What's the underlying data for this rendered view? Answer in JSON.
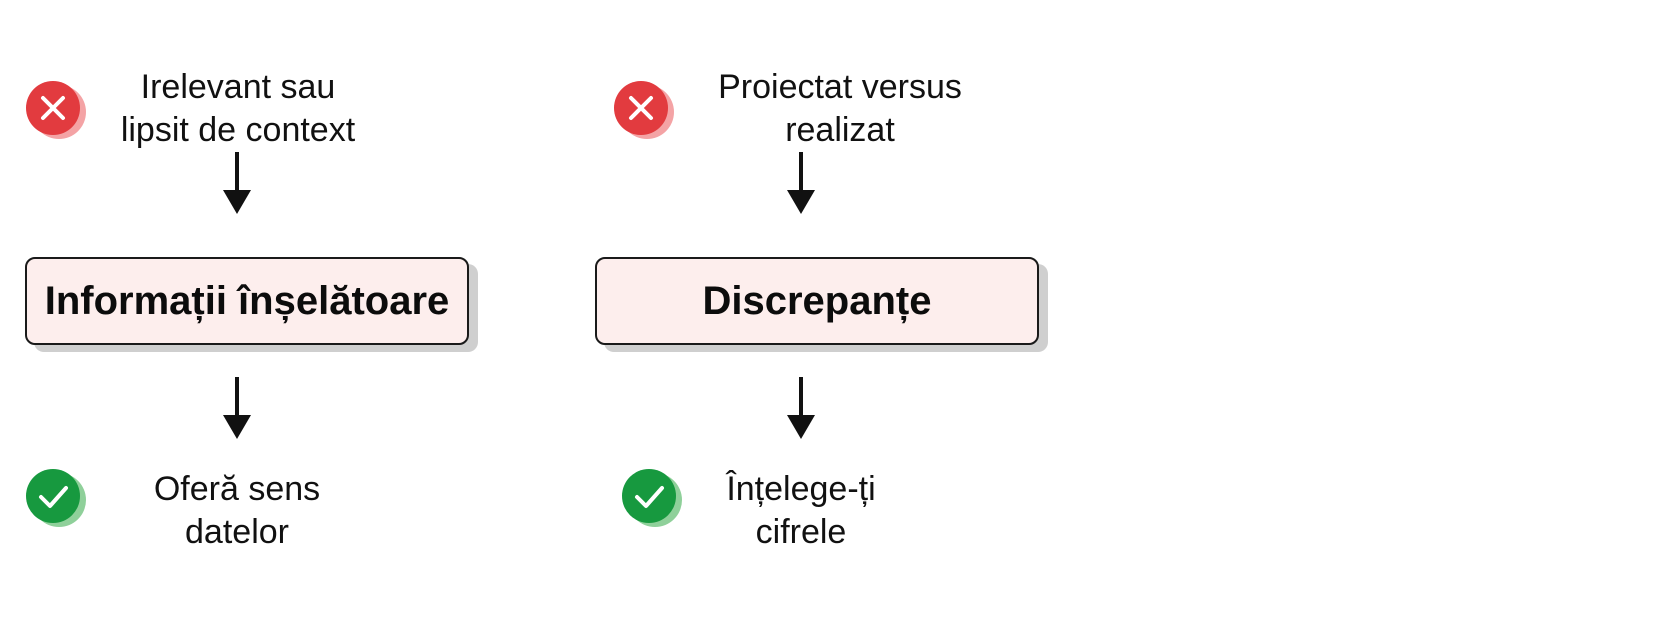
{
  "colors": {
    "error": "#e23b3f",
    "success": "#17993f",
    "box_fill": "#fdeeed",
    "box_border": "#1a1a1a"
  },
  "flows": [
    {
      "problem": {
        "icon": "x-circle-icon",
        "lines": [
          "Irelevant sau",
          "lipsit de context"
        ]
      },
      "issue": "Informații înșelătoare",
      "solution": {
        "icon": "check-circle-icon",
        "lines": [
          "Oferă sens",
          "datelor"
        ]
      }
    },
    {
      "problem": {
        "icon": "x-circle-icon",
        "lines": [
          "Proiectat versus",
          "realizat"
        ]
      },
      "issue": "Discrepanțe",
      "solution": {
        "icon": "check-circle-icon",
        "lines": [
          "Înțelege-ți",
          "cifrele"
        ]
      }
    }
  ]
}
